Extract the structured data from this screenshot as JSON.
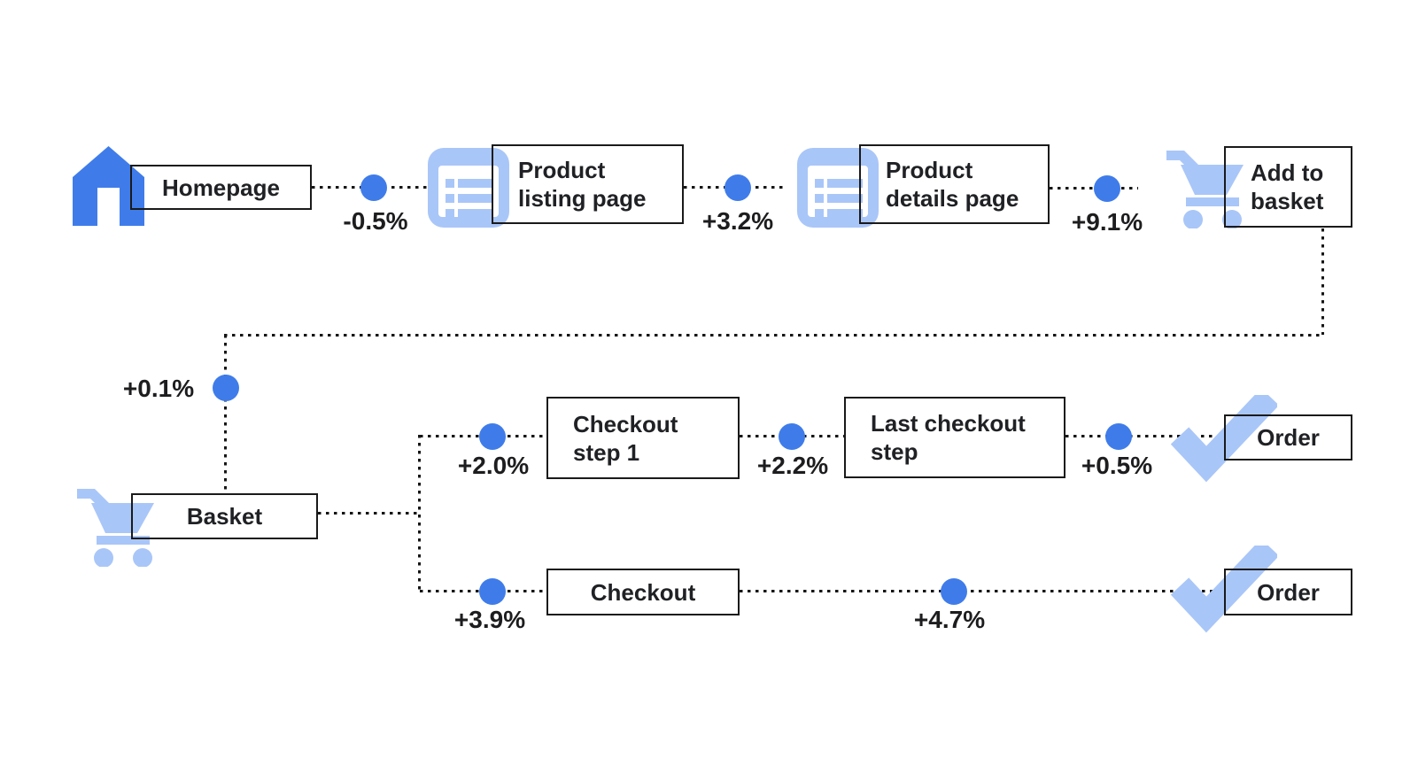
{
  "diagram": {
    "type": "user-journey-flow",
    "palette": {
      "node_icon_blue": "#3F7CEA",
      "light_icon_blue": "#A9C6F8",
      "line_color": "#161616",
      "box_border": "#1a1a1a",
      "text_color": "#202124",
      "background": "#FFFFFF"
    },
    "nodes": [
      {
        "id": "homepage",
        "label": "Homepage",
        "icon": "home"
      },
      {
        "id": "product-listing",
        "label": "Product\nlisting page",
        "icon": "list-page"
      },
      {
        "id": "product-details",
        "label": "Product\ndetails page",
        "icon": "list-page"
      },
      {
        "id": "add-to-basket",
        "label": "Add to\nbasket",
        "icon": "cart"
      },
      {
        "id": "basket",
        "label": "Basket",
        "icon": "cart"
      },
      {
        "id": "checkout-step-1",
        "label": "Checkout\nstep 1",
        "icon": null
      },
      {
        "id": "last-checkout-step",
        "label": "Last checkout\nstep",
        "icon": null
      },
      {
        "id": "order-top",
        "label": "Order",
        "icon": "check"
      },
      {
        "id": "checkout",
        "label": "Checkout",
        "icon": null
      },
      {
        "id": "order-bottom",
        "label": "Order",
        "icon": "check"
      }
    ],
    "edges": [
      {
        "from": "homepage",
        "to": "product-listing",
        "delta": "-0.5%"
      },
      {
        "from": "product-listing",
        "to": "product-details",
        "delta": "+3.2%"
      },
      {
        "from": "product-details",
        "to": "add-to-basket",
        "delta": "+9.1%"
      },
      {
        "from": "add-to-basket",
        "to": "basket",
        "delta": "+0.1%"
      },
      {
        "from": "basket",
        "to": "checkout-step-1",
        "delta": "+2.0%"
      },
      {
        "from": "checkout-step-1",
        "to": "last-checkout-step",
        "delta": "+2.2%"
      },
      {
        "from": "last-checkout-step",
        "to": "order-top",
        "delta": "+0.5%"
      },
      {
        "from": "basket",
        "to": "checkout",
        "delta": "+3.9%"
      },
      {
        "from": "checkout",
        "to": "order-bottom",
        "delta": "+4.7%"
      }
    ]
  }
}
